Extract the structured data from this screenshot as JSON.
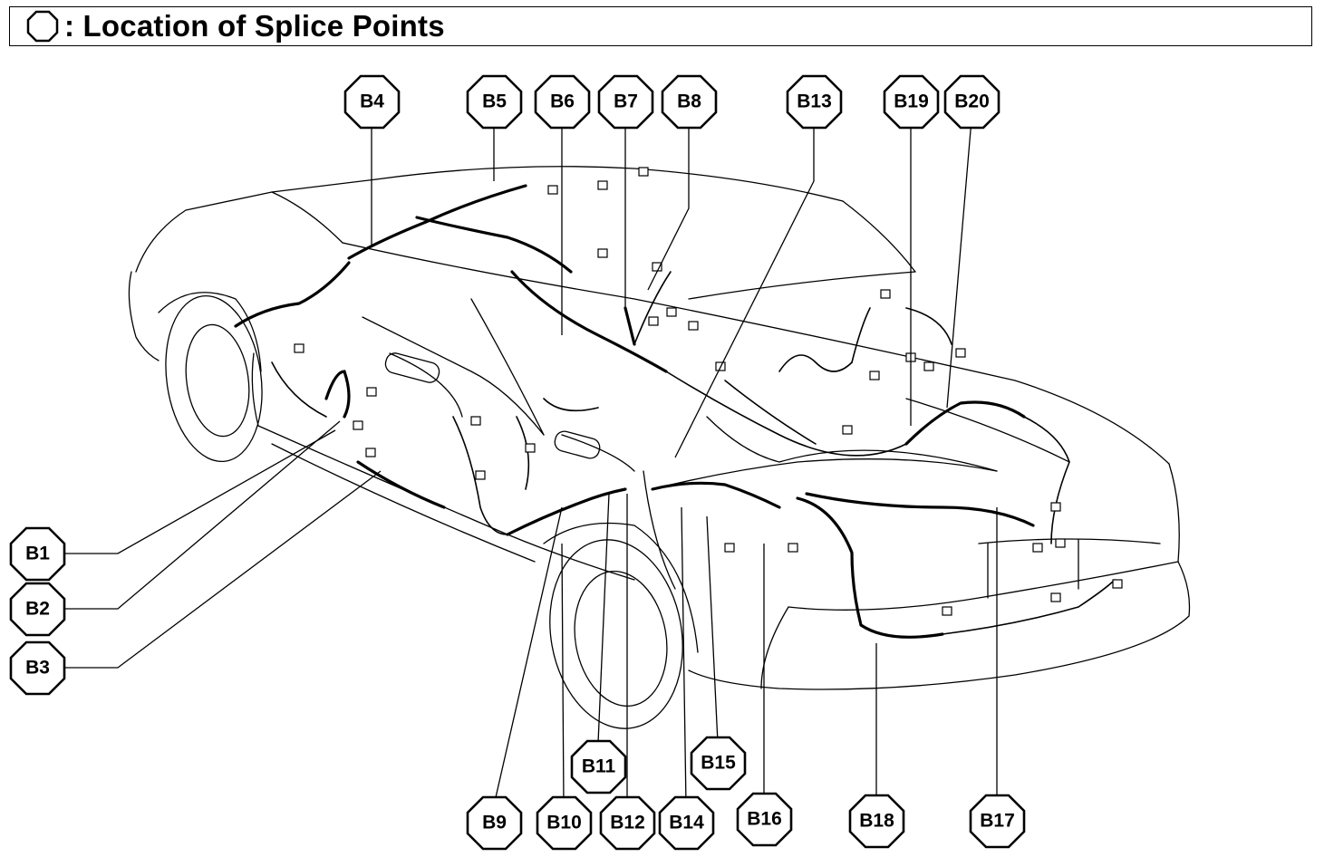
{
  "header": {
    "title": ": Location of Splice Points"
  },
  "colors": {
    "line": "#000000",
    "background": "#ffffff"
  },
  "labels": [
    {
      "id": "B1",
      "text": "B1"
    },
    {
      "id": "B2",
      "text": "B2"
    },
    {
      "id": "B3",
      "text": "B3"
    },
    {
      "id": "B4",
      "text": "B4"
    },
    {
      "id": "B5",
      "text": "B5"
    },
    {
      "id": "B6",
      "text": "B6"
    },
    {
      "id": "B7",
      "text": "B7"
    },
    {
      "id": "B8",
      "text": "B8"
    },
    {
      "id": "B9",
      "text": "B9"
    },
    {
      "id": "B10",
      "text": "B10"
    },
    {
      "id": "B11",
      "text": "B11"
    },
    {
      "id": "B12",
      "text": "B12"
    },
    {
      "id": "B13",
      "text": "B13"
    },
    {
      "id": "B14",
      "text": "B14"
    },
    {
      "id": "B15",
      "text": "B15"
    },
    {
      "id": "B16",
      "text": "B16"
    },
    {
      "id": "B17",
      "text": "B17"
    },
    {
      "id": "B18",
      "text": "B18"
    },
    {
      "id": "B19",
      "text": "B19"
    },
    {
      "id": "B20",
      "text": "B20"
    }
  ]
}
